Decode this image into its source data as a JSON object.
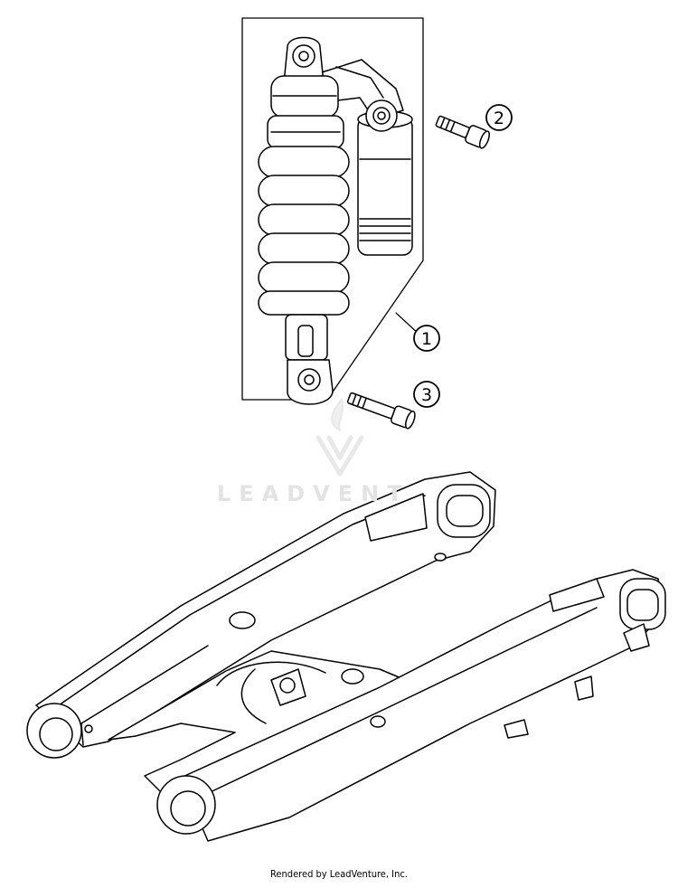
{
  "callouts": [
    {
      "number": "1",
      "part": "shock-absorber"
    },
    {
      "number": "2",
      "part": "upper-screw"
    },
    {
      "number": "3",
      "part": "lower-screw"
    }
  ],
  "watermark": {
    "text": "LEADVENT",
    "icon": "flame-v-logo-icon"
  },
  "footer": {
    "text": "Rendered by LeadVenture, Inc."
  },
  "colors": {
    "line": "#000000",
    "background": "#ffffff",
    "watermark": "#e3e3e3"
  }
}
